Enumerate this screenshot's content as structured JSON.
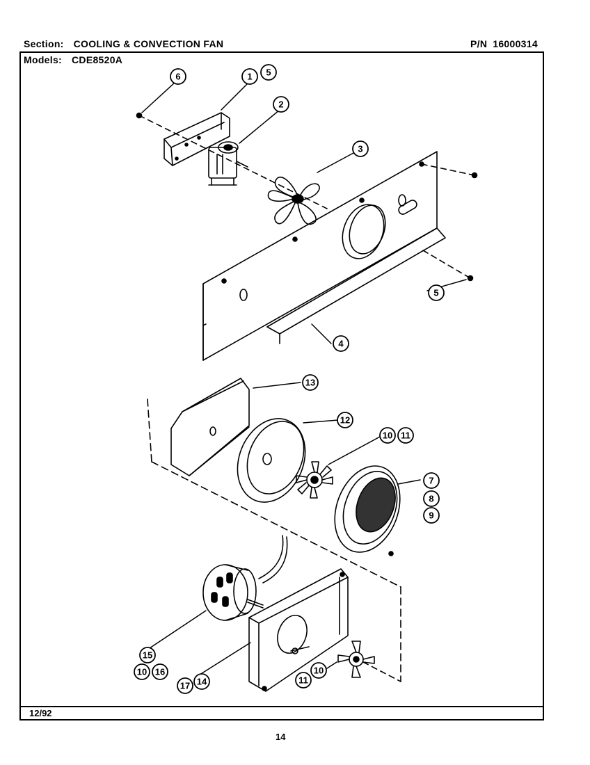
{
  "header": {
    "section_key": "Section:",
    "section_value": "COOLING & CONVECTION FAN",
    "pn_key": "P/N",
    "pn_value": "16000314",
    "models_key": "Models:",
    "models_value": "CDE8520A"
  },
  "footer": {
    "date": "12/92",
    "page_number": "14"
  },
  "callouts": {
    "c1": "1",
    "c2": "2",
    "c3": "3",
    "c4": "4",
    "c5a": "5",
    "c5b": "5",
    "c6": "6",
    "c7": "7",
    "c8": "8",
    "c9": "9",
    "c10a": "10",
    "c10b": "10",
    "c10c": "10",
    "c11a": "11",
    "c11b": "11",
    "c12": "12",
    "c13": "13",
    "c14": "14",
    "c15": "15",
    "c16": "16",
    "c17": "17"
  }
}
